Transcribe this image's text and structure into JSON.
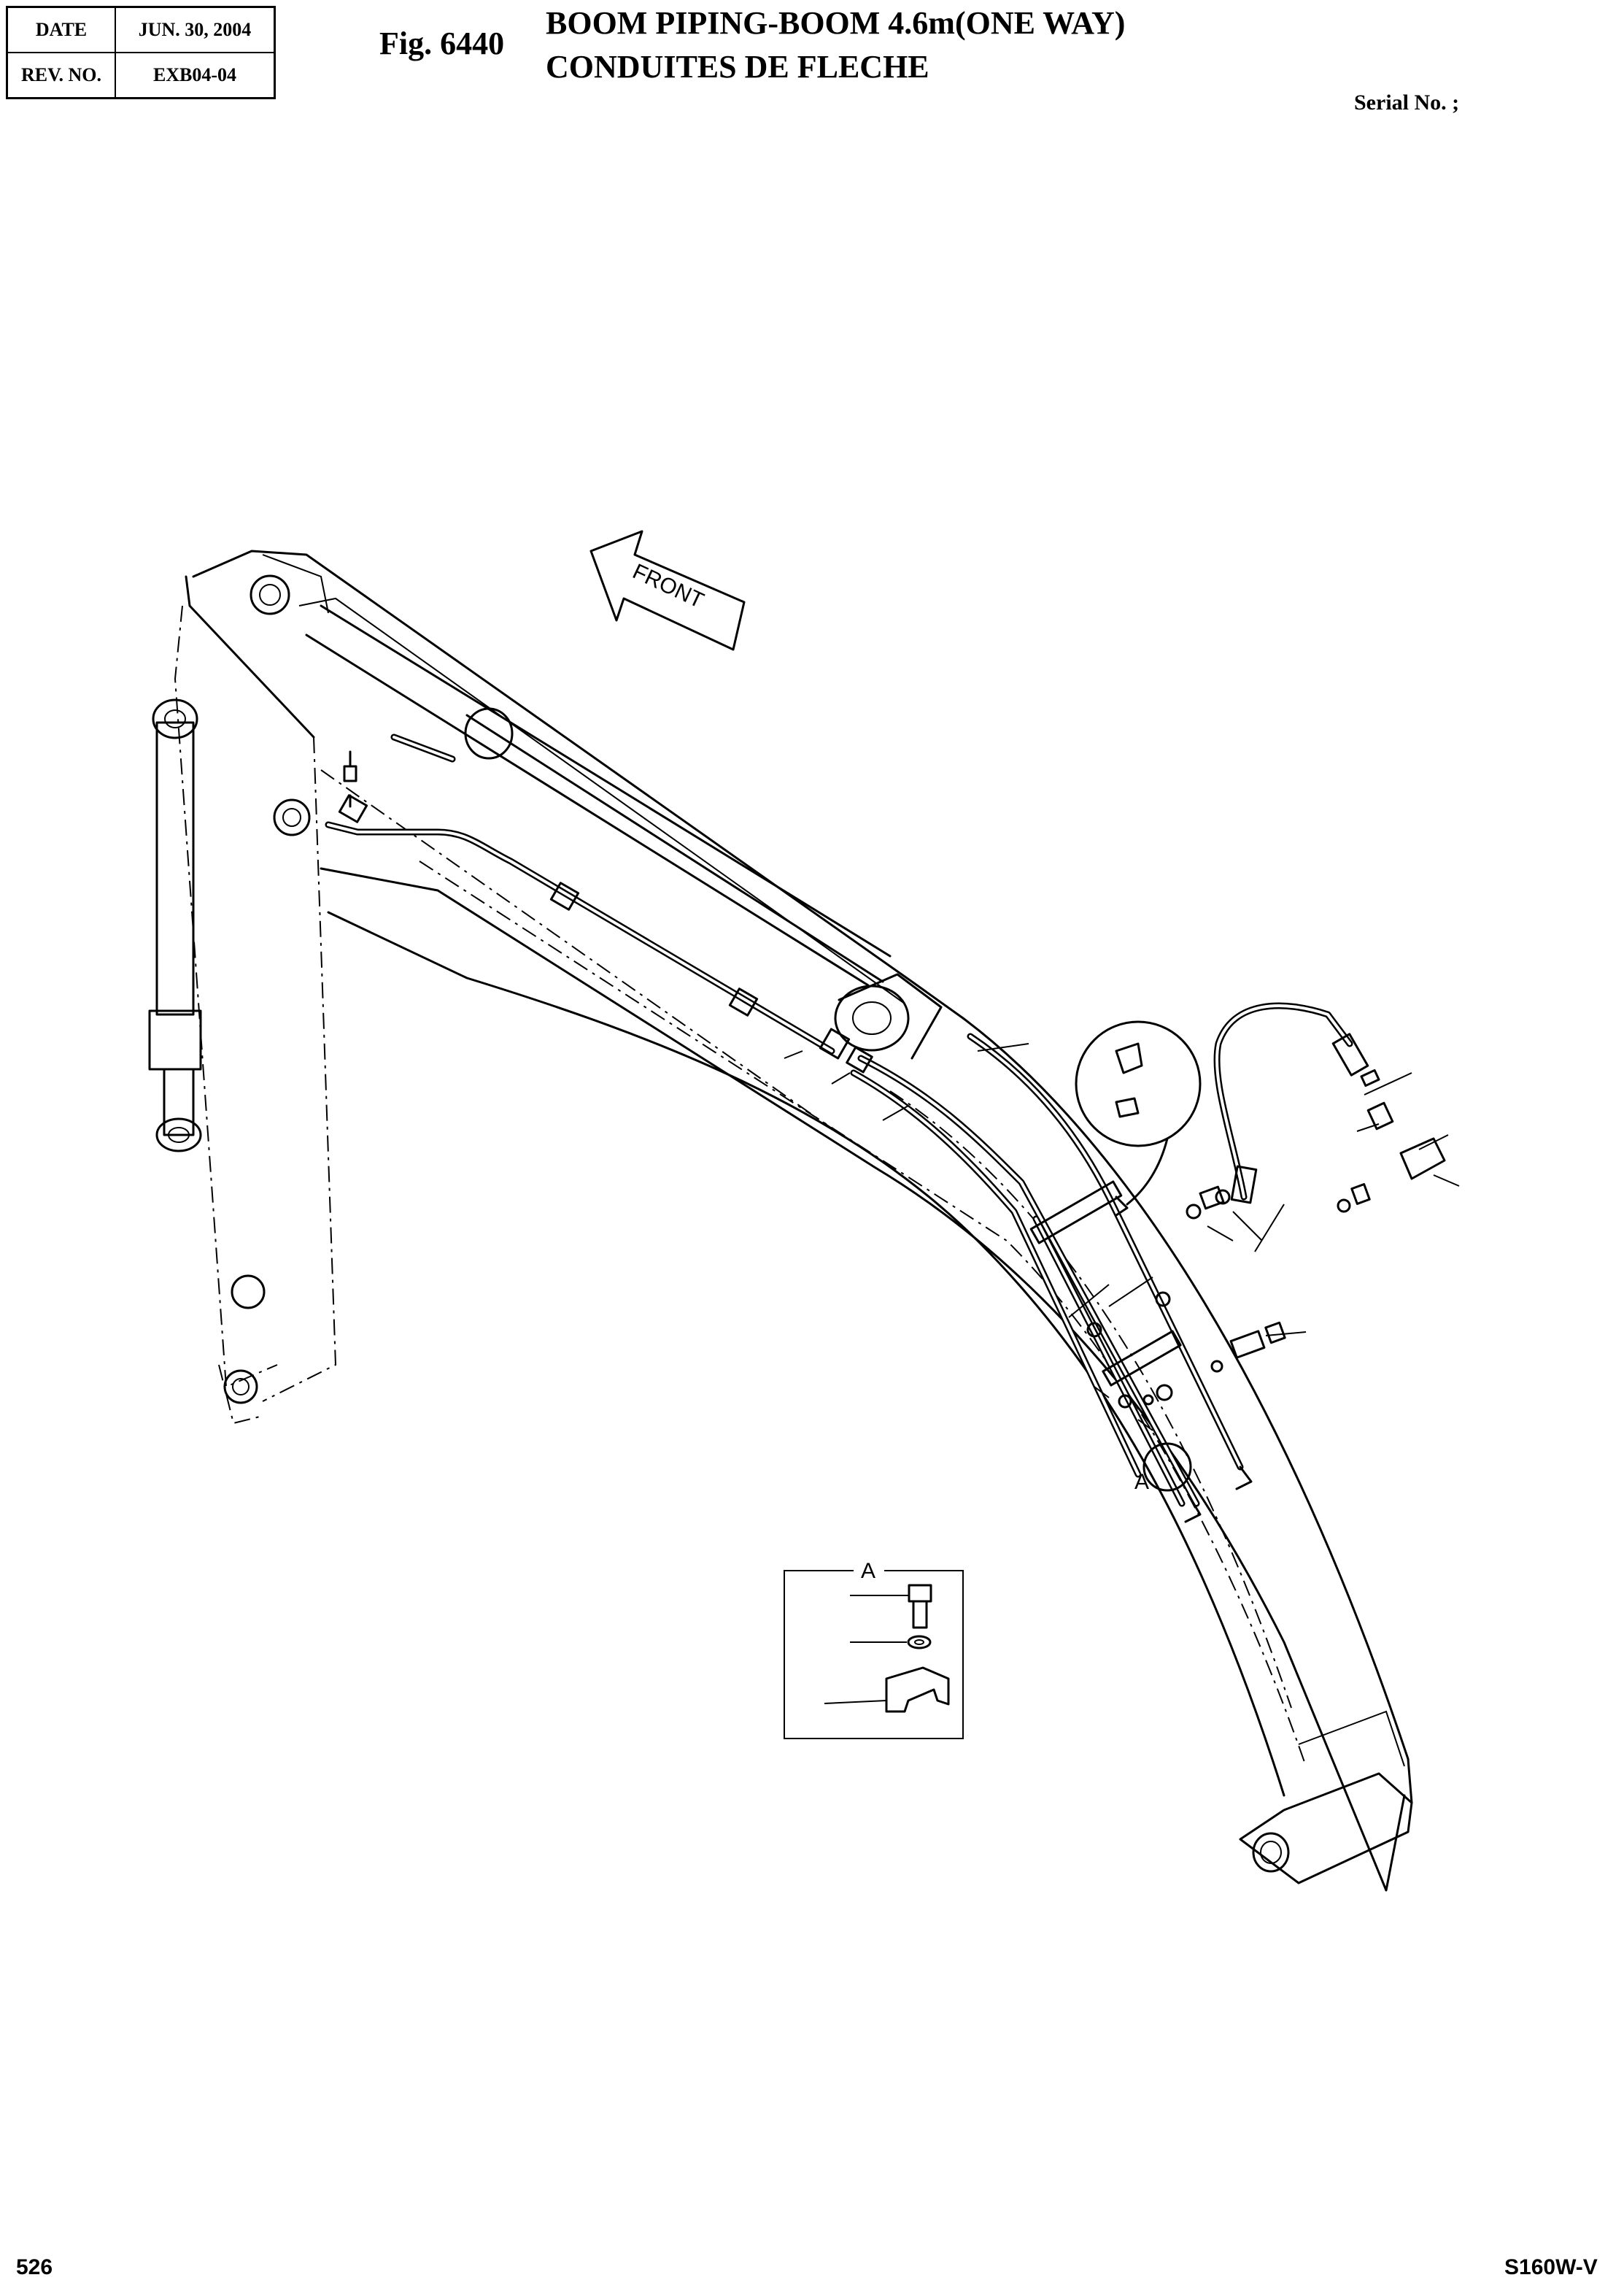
{
  "header": {
    "date_label": "DATE",
    "date_value": "JUN. 30, 2004",
    "rev_label": "REV. NO.",
    "rev_value": "EXB04-04"
  },
  "figure": {
    "number": "Fig. 6440",
    "title_en": "BOOM PIPING-BOOM 4.6m(ONE WAY)",
    "title_fr": "CONDUITES DE FLECHE",
    "serial": "Serial No. ;"
  },
  "diagram": {
    "front_arrow_text": "FRONT",
    "detail_ref": "A",
    "detail_box_label": "A"
  },
  "footer": {
    "page_number": "526",
    "model": "S160W-V"
  }
}
